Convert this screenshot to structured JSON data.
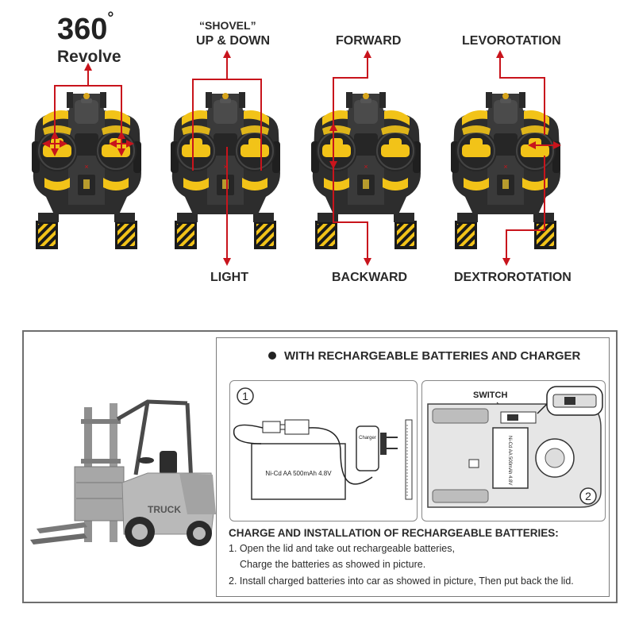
{
  "remote_controls": [
    {
      "id": "revolve",
      "top_label_big": "360",
      "degree_symbol": "°",
      "top_label_line2": "Revolve"
    },
    {
      "id": "shovel",
      "top_label_line1": "“SHOVEL”",
      "top_label_line2": "UP & DOWN",
      "bottom_label": "LIGHT"
    },
    {
      "id": "drive",
      "top_label_line1": "FORWARD",
      "bottom_label": "BACKWARD"
    },
    {
      "id": "rotate",
      "top_label_line1": "LEVOROTATION",
      "bottom_label": "DEXTROROTATION"
    }
  ],
  "instructions": {
    "header": "WITH RECHARGEABLE BATTERIES AND CHARGER",
    "step1_number": "1",
    "step2_number": "2",
    "battery_label": "Ni-Cd AA 500mAh 4.8V",
    "charger_label": "Charger",
    "switch_label": "SWITCH",
    "battery_in_car_label": "Ni-Cd AA 500mAh 4.8V",
    "title": "CHARGE AND INSTALLATION OF RECHARGEABLE BATTERIES:",
    "line1": "1. Open the lid and take out rechargeable batteries,",
    "line2": "Charge the batteries as showed in picture.",
    "line3": "2. Install charged batteries into car as showed in picture, Then put back the lid."
  },
  "forklift": {
    "decal": "TRUCK"
  },
  "colors": {
    "accent_red": "#c8141c",
    "remote_yellow": "#f2c318",
    "remote_body": "#2d2d2d",
    "panel_border": "#6e6e6e"
  }
}
